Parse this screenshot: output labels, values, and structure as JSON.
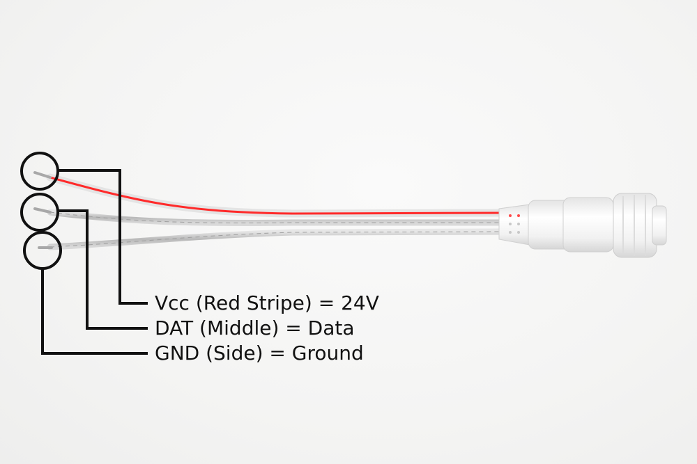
{
  "diagram": {
    "labels": {
      "vcc": "Vcc (Red Stripe) = 24V",
      "dat": "DAT (Middle) = Data",
      "gnd": "GND (Side) = Ground"
    }
  },
  "colors": {
    "background": "#f5f5f4",
    "callout_line": "#111111",
    "red_stripe": "#ff2a2a",
    "wire_clear": "#bdbdbd",
    "connector": "#f2f2f2"
  }
}
